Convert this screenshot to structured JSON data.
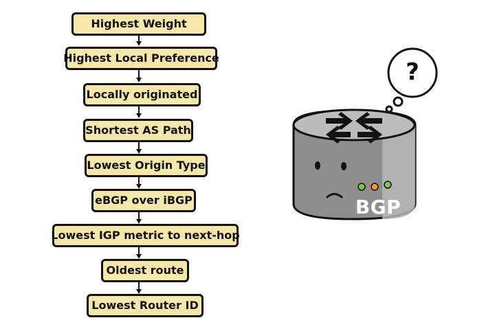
{
  "flowchart": {
    "steps": [
      "Highest Weight",
      "Highest Local Preference",
      "Locally originated",
      "Shortest AS Path",
      "Lowest Origin Type",
      "eBGP over iBGP",
      "Lowest IGP metric to next-hop",
      "Oldest route",
      "Lowest Router ID"
    ]
  },
  "router": {
    "label": "BGP",
    "thought_symbol": "?"
  },
  "colors": {
    "box_fill": "#f6e6a8",
    "stroke": "#111111",
    "router_body": "#8e8e8e",
    "router_top": "#bcbcbc",
    "led_green": "#7ac943",
    "led_orange": "#f39c12"
  }
}
